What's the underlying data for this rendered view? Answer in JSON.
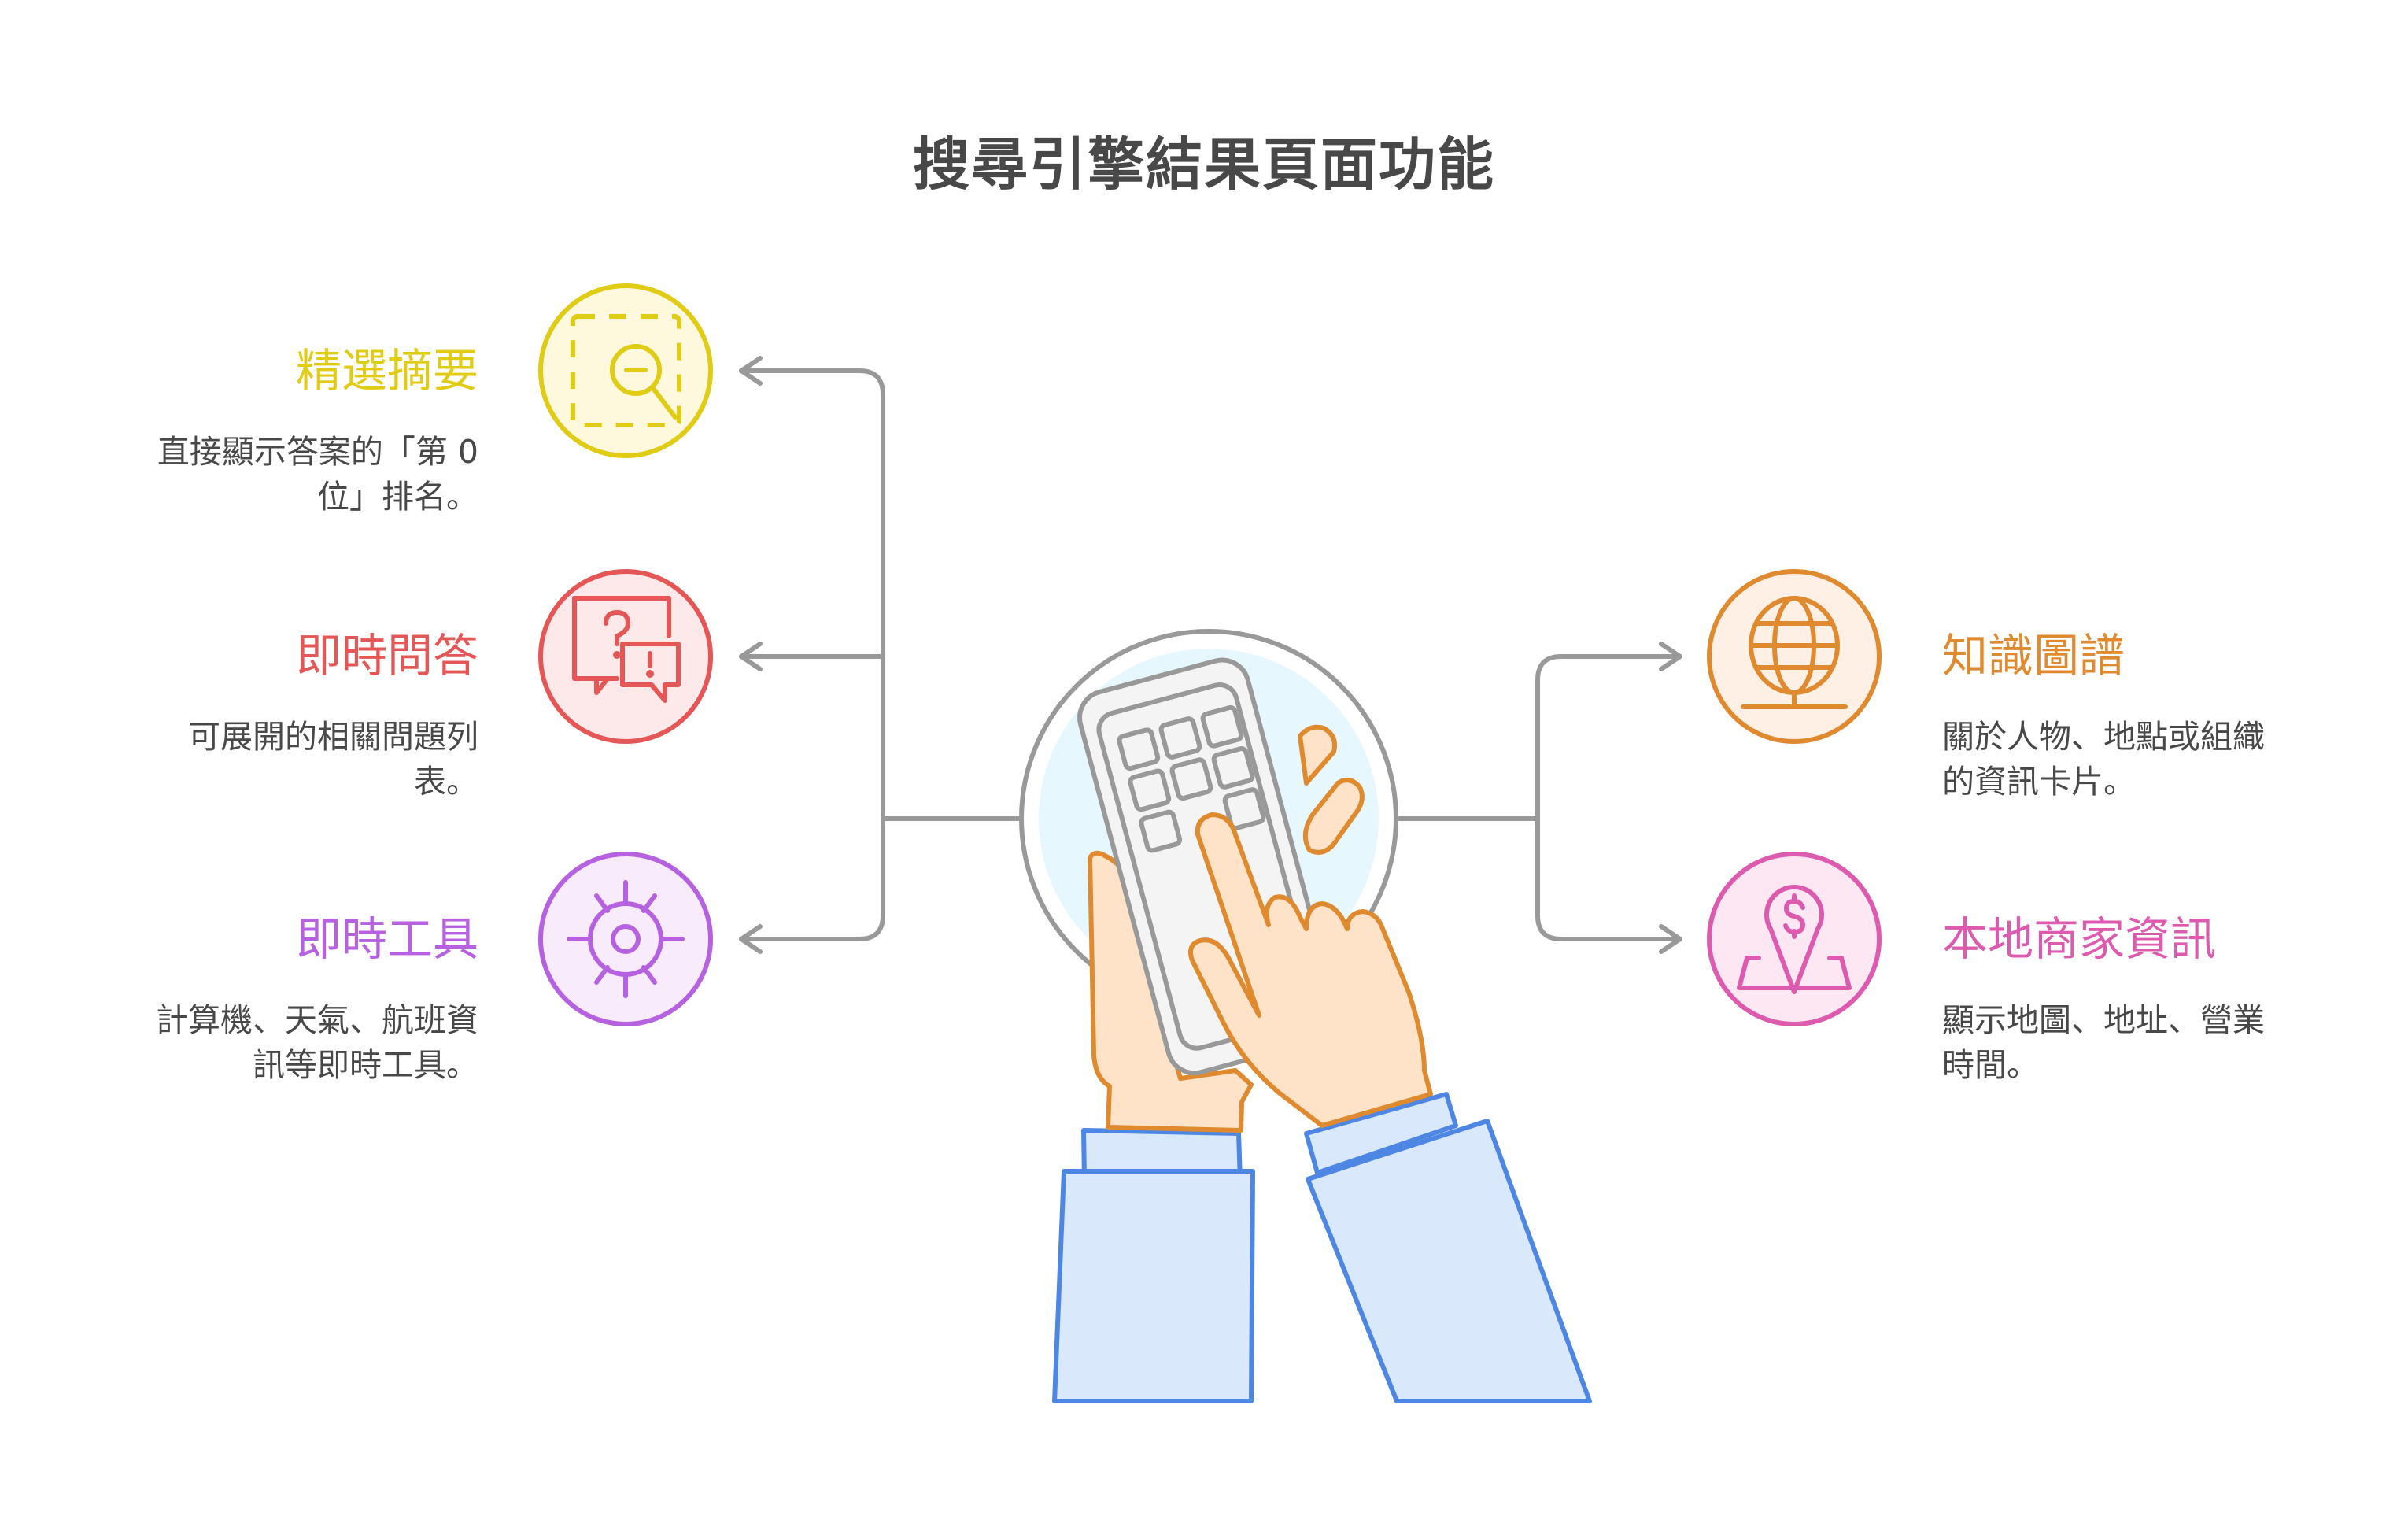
{
  "title": "搜尋引擎結果頁面功能",
  "colors": {
    "connector": "#999999",
    "yellow": "#E0CB15",
    "red": "#E55757",
    "purple": "#B662E0",
    "orange": "#E08A30",
    "pink": "#DD5BAE",
    "text": "#484848",
    "center_fill": "#E6F7FD",
    "skin": "#FFE3C8",
    "sleeve": "#DAE8FC",
    "sleeve_stroke": "#4E86E4"
  },
  "center": {
    "icon": "hands-holding-phone-icon"
  },
  "features": [
    {
      "id": "featured-snippet",
      "side": "left",
      "heading": "精選摘要",
      "icon": "magnify-dashed-frame-icon",
      "desc_line1": "直接顯示答案的「第 0",
      "desc_line2": "位」排名。"
    },
    {
      "id": "people-also-ask",
      "side": "left",
      "heading": "即時問答",
      "icon": "chat-question-icon",
      "desc_line1": "可展開的相關問題列",
      "desc_line2": "表。"
    },
    {
      "id": "instant-tools",
      "side": "left",
      "heading": "即時工具",
      "icon": "gear-sun-icon",
      "desc_line1": "計算機、天氣、航班資",
      "desc_line2": "訊等即時工具。"
    },
    {
      "id": "knowledge-graph",
      "side": "right",
      "heading": "知識圖譜",
      "icon": "globe-icon",
      "desc_line1": "關於人物、地點或組織",
      "desc_line2": "的資訊卡片。"
    },
    {
      "id": "local-business",
      "side": "right",
      "heading": "本地商家資訊",
      "icon": "map-pin-dollar-icon",
      "desc_line1": "顯示地圖、地址、營業",
      "desc_line2": "時間。"
    }
  ]
}
